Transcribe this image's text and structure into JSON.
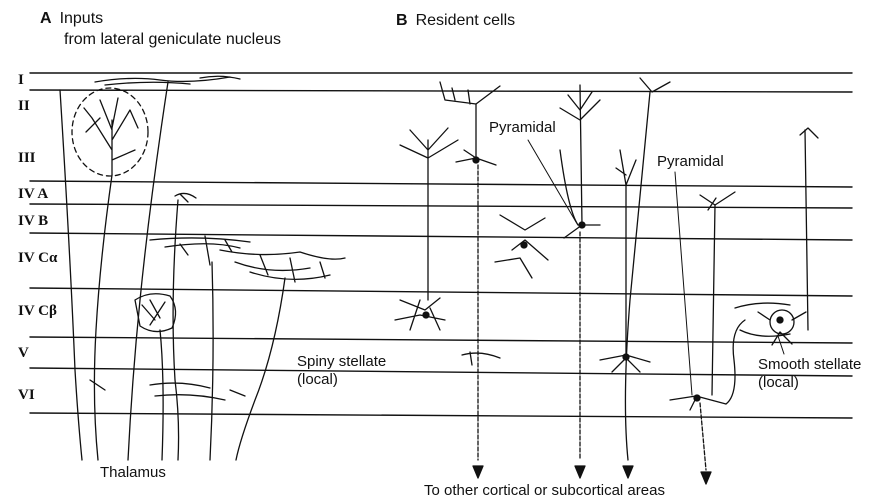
{
  "panels": {
    "a": {
      "letter": "A",
      "title_line1": "Inputs",
      "title_line2": "from lateral geniculate nucleus"
    },
    "b": {
      "letter": "B",
      "title": "Resident cells"
    }
  },
  "layers": [
    "I",
    "II",
    "III",
    "IV A",
    "IV B",
    "IV Cα",
    "IV Cβ",
    "V",
    "VI"
  ],
  "labels": {
    "pyramidal_1": "Pyramidal",
    "pyramidal_2": "Pyramidal",
    "spiny_stellate": "Spiny stellate",
    "spiny_stellate_sub": "(local)",
    "smooth_stellate": "Smooth stellate",
    "smooth_stellate_sub": "(local)",
    "thalamus": "Thalamus",
    "output": "To other cortical or subcortical areas"
  },
  "colors": {
    "ink": "#111111",
    "background": "#ffffff"
  }
}
